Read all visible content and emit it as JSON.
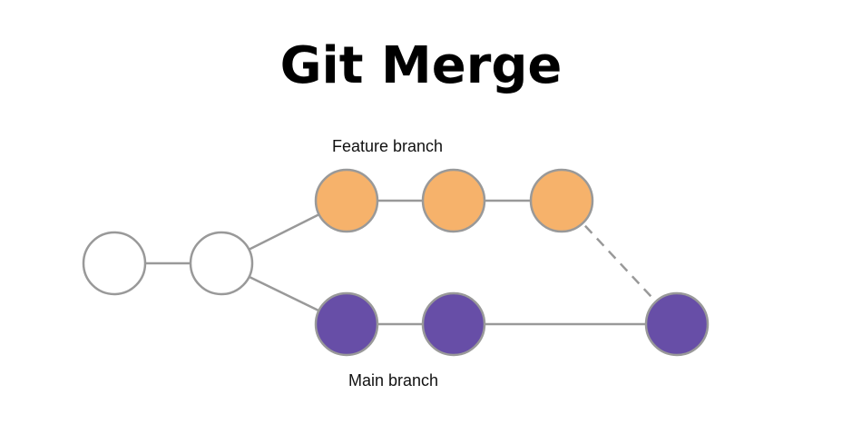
{
  "title": "Git Merge",
  "labels": {
    "feature_branch": "Feature branch",
    "main_branch": "Main branch"
  },
  "colors": {
    "feature": "#f6b26b",
    "main": "#674ea7",
    "common": "#ffffff",
    "stroke": "#999999"
  },
  "commits": [
    {
      "id": "c1",
      "branch": "common"
    },
    {
      "id": "c2",
      "branch": "common"
    },
    {
      "id": "f1",
      "branch": "feature"
    },
    {
      "id": "f2",
      "branch": "feature"
    },
    {
      "id": "f3",
      "branch": "feature"
    },
    {
      "id": "m1",
      "branch": "main"
    },
    {
      "id": "m2",
      "branch": "main"
    },
    {
      "id": "merge",
      "branch": "main"
    }
  ],
  "edges": [
    {
      "from": "c1",
      "to": "c2",
      "style": "solid"
    },
    {
      "from": "c2",
      "to": "f1",
      "style": "solid"
    },
    {
      "from": "c2",
      "to": "m1",
      "style": "solid"
    },
    {
      "from": "f1",
      "to": "f2",
      "style": "solid"
    },
    {
      "from": "f2",
      "to": "f3",
      "style": "solid"
    },
    {
      "from": "m1",
      "to": "m2",
      "style": "solid"
    },
    {
      "from": "m2",
      "to": "merge",
      "style": "solid"
    },
    {
      "from": "f3",
      "to": "merge",
      "style": "dashed"
    }
  ]
}
